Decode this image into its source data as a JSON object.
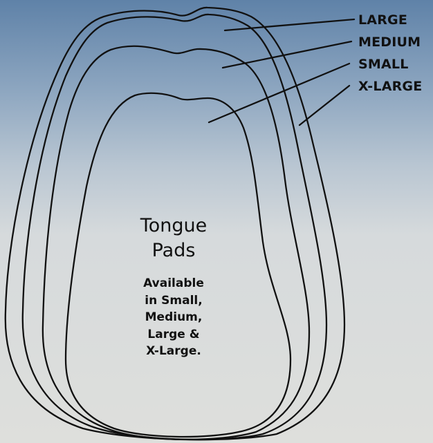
{
  "size_labels": {
    "large": "LARGE",
    "medium": "MEDIUM",
    "small": "SMALL",
    "xlarge": "X-LARGE"
  },
  "center": {
    "title_line1": "Tongue",
    "title_line2": "Pads",
    "subtitle_lines": [
      "Available",
      "in Small,",
      "Medium,",
      "Large &",
      "X-Large."
    ]
  },
  "colors": {
    "outline": "#111111",
    "background_top": "#5f82a8",
    "background_bottom": "#dedfdc"
  }
}
